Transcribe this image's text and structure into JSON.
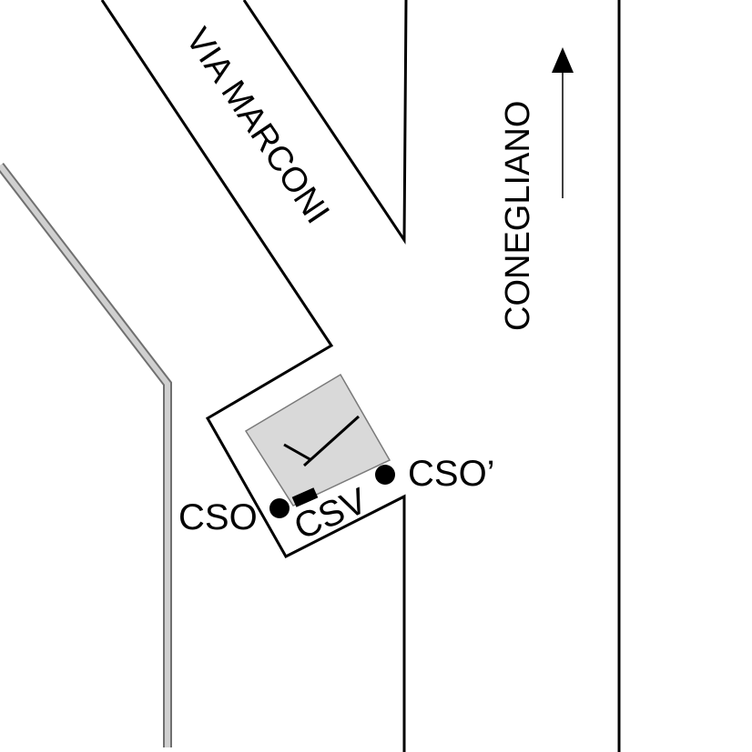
{
  "map": {
    "streets": {
      "via_marconi": "VIA MARCONI",
      "conegliano": "CONEGLIANO"
    },
    "points": {
      "cso": "CSO",
      "cso_prime": "CSO’",
      "csv": "CSV"
    },
    "colors": {
      "background": "#ffffff",
      "outline": "#000000",
      "building_fill": "#d9d9d9",
      "building_stroke": "#808080",
      "boundary_gray": "#c8c8c8"
    },
    "icons": {
      "direction_arrow": "arrow-up-icon",
      "church_cross": "cross-icon",
      "point_marker": "filled-circle-icon"
    }
  }
}
